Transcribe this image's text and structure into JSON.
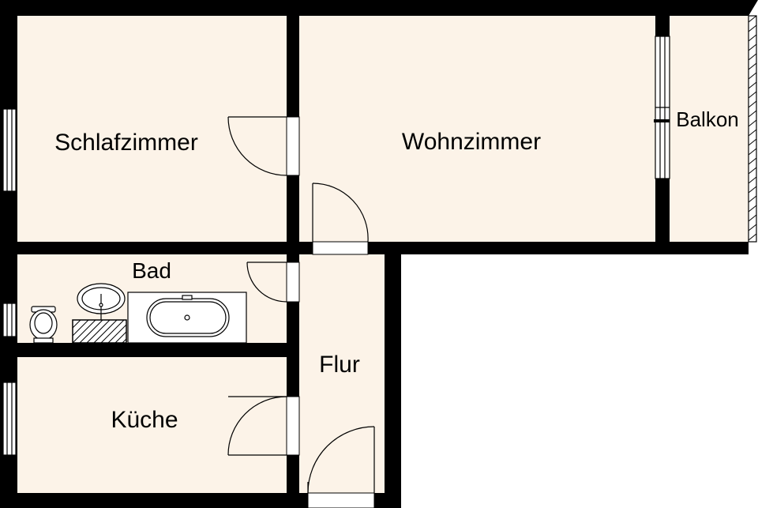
{
  "rooms": {
    "schlafzimmer": "Schlafzimmer",
    "wohnzimmer": "Wohnzimmer",
    "balkon": "Balkon",
    "bad": "Bad",
    "kueche": "Küche",
    "flur": "Flur"
  },
  "colors": {
    "floor": "#fcf3e8",
    "wall": "#000000",
    "window": "#ffffff",
    "background": "#ffffff"
  },
  "icons": [
    "toilet-icon",
    "sink-icon",
    "bathtub-icon",
    "door-swing-icon",
    "window-icon"
  ]
}
